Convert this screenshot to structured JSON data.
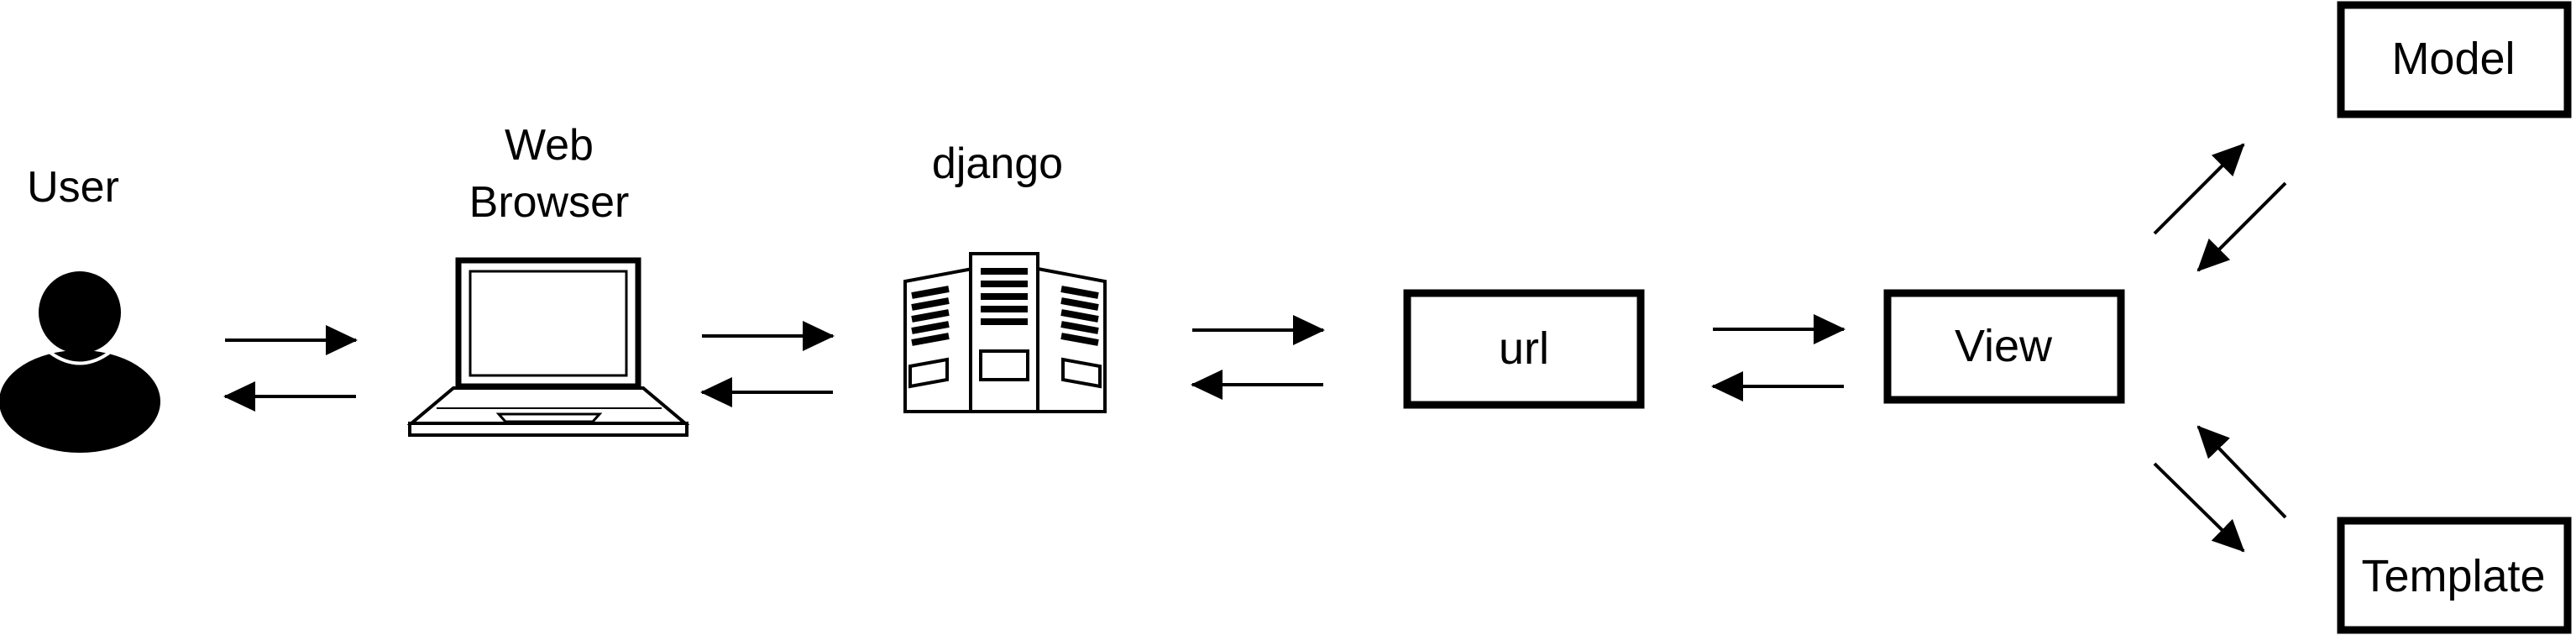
{
  "labels": {
    "user": "User",
    "browser_line1": "Web",
    "browser_line2": "Browser",
    "django": "django"
  },
  "boxes": {
    "url": "url",
    "view": "View",
    "model": "Model",
    "template": "Template"
  },
  "icons": {
    "user": "user-icon",
    "browser": "laptop-icon",
    "server": "server-icon"
  },
  "colors": {
    "stroke": "#000000",
    "background": "#ffffff"
  }
}
